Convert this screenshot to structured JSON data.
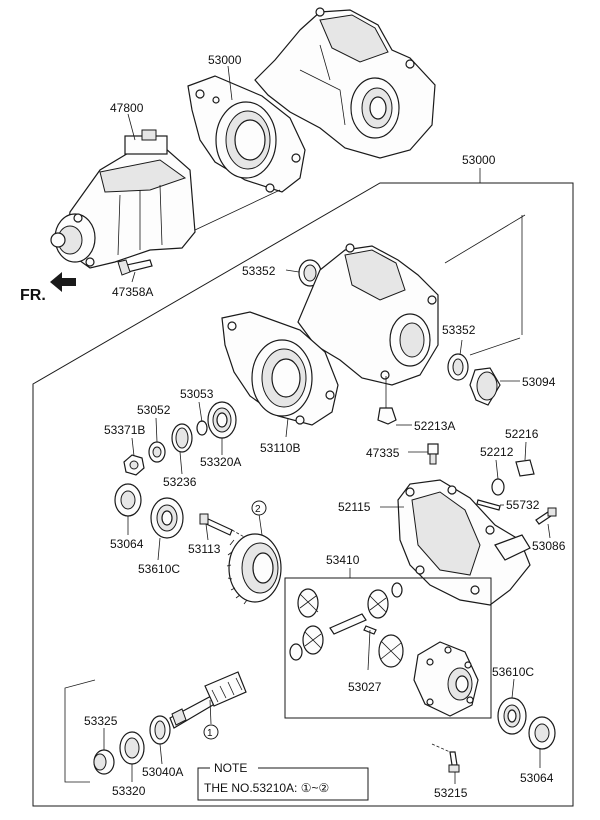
{
  "direction_label": "FR.",
  "labels": {
    "p53000_top": "53000",
    "p47800": "47800",
    "p47358A": "47358A",
    "p53000_frame": "53000",
    "p53352_a": "53352",
    "p53352_b": "53352",
    "p53094": "53094",
    "p53053": "53053",
    "p53052": "53052",
    "p53371B": "53371B",
    "p53320A": "53320A",
    "p53236": "53236",
    "p53110B": "53110B",
    "p52213A": "52213A",
    "p52216": "52216",
    "p47335": "47335",
    "p52212": "52212",
    "p52115": "52115",
    "p55732": "55732",
    "p53086": "53086",
    "p53064_a": "53064",
    "p53610C_a": "53610C",
    "p53113": "53113",
    "p53410": "53410",
    "p53027": "53027",
    "p53610C_b": "53610C",
    "p53064_b": "53064",
    "p53325": "53325",
    "p53320": "53320",
    "p53040A": "53040A",
    "p53215": "53215"
  },
  "callouts": {
    "one": "1",
    "two": "2"
  },
  "note": {
    "title": "NOTE",
    "text": "THE NO.53210A: ①~②"
  }
}
